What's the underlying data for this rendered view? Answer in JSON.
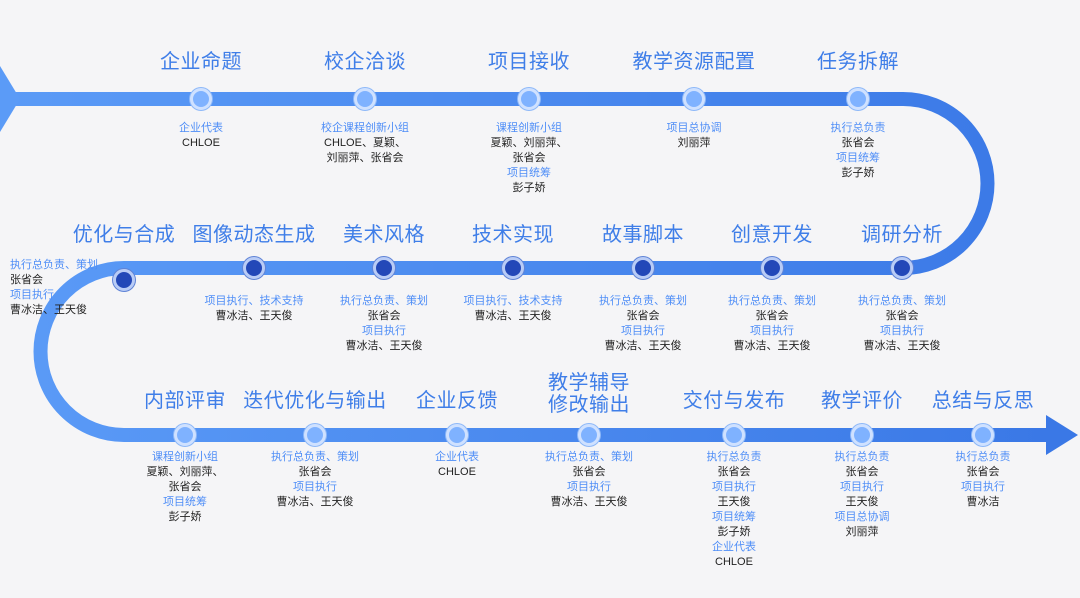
{
  "colors": {
    "track": "#5b9bf7",
    "track_dark": "#3a78e6",
    "title": "#3f7ee8",
    "role": "#4f8ef7",
    "name": "#222222"
  },
  "stages": [
    {
      "title": "企业命题",
      "node": "light",
      "people": [
        {
          "role": "企业代表",
          "names": "CHLOE"
        }
      ]
    },
    {
      "title": "校企洽谈",
      "node": "light",
      "people": [
        {
          "role": "校企课程创新小组",
          "names": "CHLOE、夏颖、\n刘丽萍、张省会"
        }
      ]
    },
    {
      "title": "项目接收",
      "node": "light",
      "people": [
        {
          "role": "课程创新小组",
          "names": "夏颖、刘丽萍、\n张省会"
        },
        {
          "role": "项目统筹",
          "names": "彭子娇"
        }
      ]
    },
    {
      "title": "教学资源配置",
      "node": "light",
      "people": [
        {
          "role": "项目总协调",
          "names": "刘丽萍"
        }
      ]
    },
    {
      "title": "任务拆解",
      "node": "light",
      "people": [
        {
          "role": "执行总负责",
          "names": "张省会"
        },
        {
          "role": "项目统筹",
          "names": "彭子娇"
        }
      ]
    },
    {
      "title": "调研分析",
      "node": "dark",
      "people": [
        {
          "role": "执行总负责、策划",
          "names": "张省会"
        },
        {
          "role": "项目执行",
          "names": "曹冰洁、王天俊"
        }
      ]
    },
    {
      "title": "创意开发",
      "node": "dark",
      "people": [
        {
          "role": "执行总负责、策划",
          "names": "张省会"
        },
        {
          "role": "项目执行",
          "names": "曹冰洁、王天俊"
        }
      ]
    },
    {
      "title": "故事脚本",
      "node": "dark",
      "people": [
        {
          "role": "执行总负责、策划",
          "names": "张省会"
        },
        {
          "role": "项目执行",
          "names": "曹冰洁、王天俊"
        }
      ]
    },
    {
      "title": "技术实现",
      "node": "dark",
      "people": [
        {
          "role": "项目执行、技术支持",
          "names": "曹冰洁、王天俊"
        }
      ]
    },
    {
      "title": "美术风格",
      "node": "dark",
      "people": [
        {
          "role": "执行总负责、策划",
          "names": "张省会"
        },
        {
          "role": "项目执行",
          "names": "曹冰洁、王天俊"
        }
      ]
    },
    {
      "title": "图像动态生成",
      "node": "dark",
      "people": [
        {
          "role": "项目执行、技术支持",
          "names": "曹冰洁、王天俊"
        }
      ]
    },
    {
      "title": "优化与合成",
      "node": "dark",
      "people": [
        {
          "role": "执行总负责、策划",
          "names": "张省会"
        },
        {
          "role": "项目执行",
          "names": "曹冰洁、王天俊"
        }
      ]
    },
    {
      "title": "内部评审",
      "node": "light",
      "people": [
        {
          "role": "课程创新小组",
          "names": "夏颖、刘丽萍、\n张省会"
        },
        {
          "role": "项目统筹",
          "names": "彭子娇"
        }
      ]
    },
    {
      "title": "迭代优化与输出",
      "node": "light",
      "people": [
        {
          "role": "执行总负责、策划",
          "names": "张省会"
        },
        {
          "role": "项目执行",
          "names": "曹冰洁、王天俊"
        }
      ]
    },
    {
      "title": "企业反馈",
      "node": "light",
      "people": [
        {
          "role": "企业代表",
          "names": "CHLOE"
        }
      ]
    },
    {
      "title": "教学辅导\n修改输出",
      "node": "light",
      "people": [
        {
          "role": "执行总负责、策划",
          "names": "张省会"
        },
        {
          "role": "项目执行",
          "names": "曹冰洁、王天俊"
        }
      ]
    },
    {
      "title": "交付与发布",
      "node": "light",
      "people": [
        {
          "role": "执行总负责",
          "names": "张省会"
        },
        {
          "role": "项目执行",
          "names": "王天俊"
        },
        {
          "role": "项目统筹",
          "names": "彭子娇"
        },
        {
          "role": "企业代表",
          "names": "CHLOE"
        }
      ]
    },
    {
      "title": "教学评价",
      "node": "light",
      "people": [
        {
          "role": "执行总负责",
          "names": "张省会"
        },
        {
          "role": "项目执行",
          "names": "王天俊"
        },
        {
          "role": "项目总协调",
          "names": "刘丽萍"
        }
      ]
    },
    {
      "title": "总结与反思",
      "node": "light",
      "people": [
        {
          "role": "执行总负责",
          "names": "张省会"
        },
        {
          "role": "项目执行",
          "names": "曹冰洁"
        }
      ]
    }
  ]
}
